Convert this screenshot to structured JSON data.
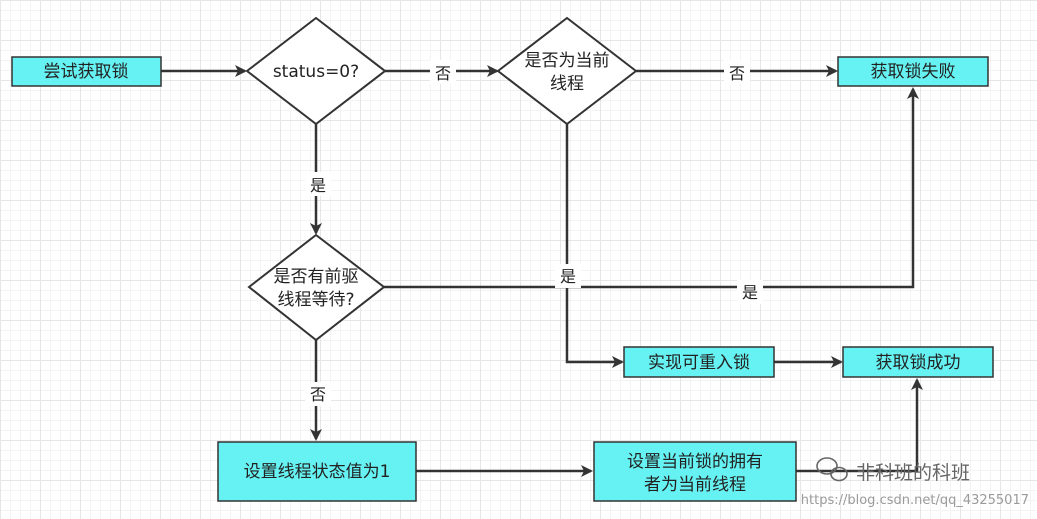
{
  "colors": {
    "box_fill": "#66f2f2",
    "stroke": "#333333"
  },
  "nodes": {
    "try_lock": "尝试获取锁",
    "status_check": "status=0?",
    "is_current_line1": "是否为当前",
    "is_current_line2": "线程",
    "fail": "获取锁失败",
    "predecessor_line1": "是否有前驱",
    "predecessor_line2": "线程等待?",
    "reentrant": "实现可重入锁",
    "success": "获取锁成功",
    "set_state": "设置线程状态值为1",
    "set_owner_line1": "设置当前锁的拥有",
    "set_owner_line2": "者为当前线程"
  },
  "edges": {
    "status_no": "否",
    "current_no": "否",
    "status_yes": "是",
    "current_yes": "是",
    "predecessor_yes": "是",
    "predecessor_no": "否"
  },
  "watermark": {
    "logo_icon": "wechat-icon",
    "name": "非科班的科班",
    "url": "https://blog.csdn.net/qq_43255017"
  }
}
